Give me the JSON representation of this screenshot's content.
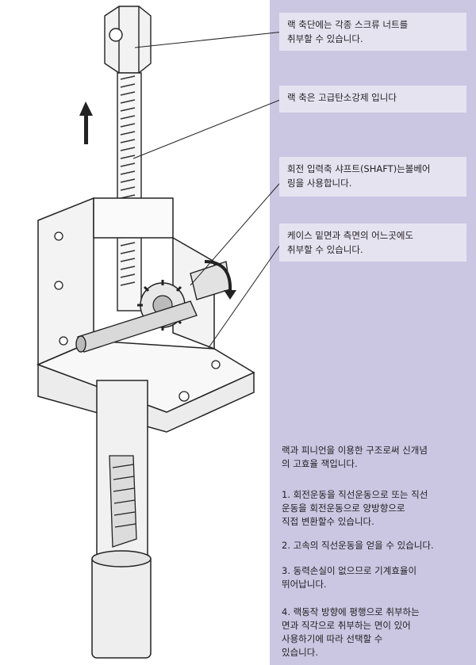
{
  "callouts": [
    {
      "text": "랙 축단에는 각종 스크류 너트를\n취부할 수 있습니다."
    },
    {
      "text": "랙 축은 고급탄소강제 입니다"
    },
    {
      "text": "회전 입력축 샤프트(SHAFT)는볼베어\n링을 사용합니다."
    },
    {
      "text": "케이스 밑면과 측면의 어느곳에도\n취부할 수 있습니다."
    }
  ],
  "intro": "랙과 피니언을 이용한 구조로써 신개념\n의 고효율 잭입니다.",
  "features": [
    "1. 회전운동을 직선운동으로 또는 직선\n    운동을 회전운동으로 양방향으로\n    직접 변환할수 있습니다.",
    "2. 고속의 직선운동을 얻을 수 있습니다.",
    "3. 동력손실이 없으므로 기계효율이\n    뛰어납니다.",
    "4. 랙동작 방향에 평행으로 취부하는\n    면과 직각으로 취부하는 면이 있어\n    사용하기에 따라 선택할 수\n    있습니다."
  ]
}
